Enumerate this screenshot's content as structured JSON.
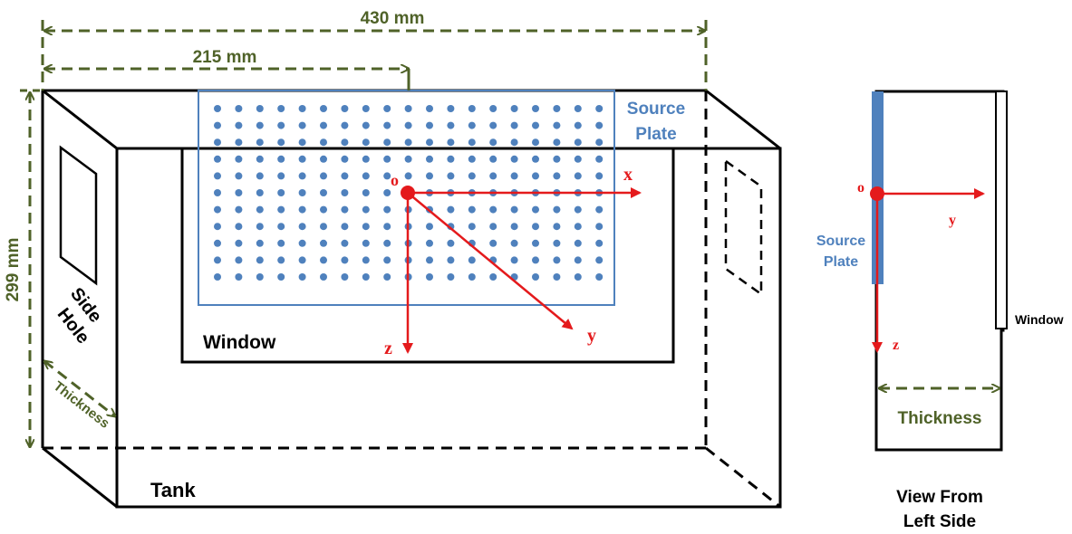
{
  "dimensions": {
    "width_total": "430 mm",
    "width_half": "215 mm",
    "height": "299 mm",
    "thickness_side": "Thickness"
  },
  "labels": {
    "source_plate_line1": "Source",
    "source_plate_line2": "Plate",
    "window": "Window",
    "side_hole_line1": "Side",
    "side_hole_line2": "Hole",
    "tank": "Tank"
  },
  "axes": {
    "origin": "o",
    "x": "x",
    "y": "y",
    "z": "z"
  },
  "side_view": {
    "origin": "o",
    "y": "y",
    "z": "z",
    "source_plate_line1": "Source",
    "source_plate_line2": "Plate",
    "window": "Window",
    "thickness": "Thickness",
    "title_line1": "View From",
    "title_line2": "Left Side"
  },
  "colors": {
    "dimension": "#4f6228",
    "source_plate": "#4f81bd",
    "axes": "#e41a1c",
    "outline": "#000000"
  }
}
